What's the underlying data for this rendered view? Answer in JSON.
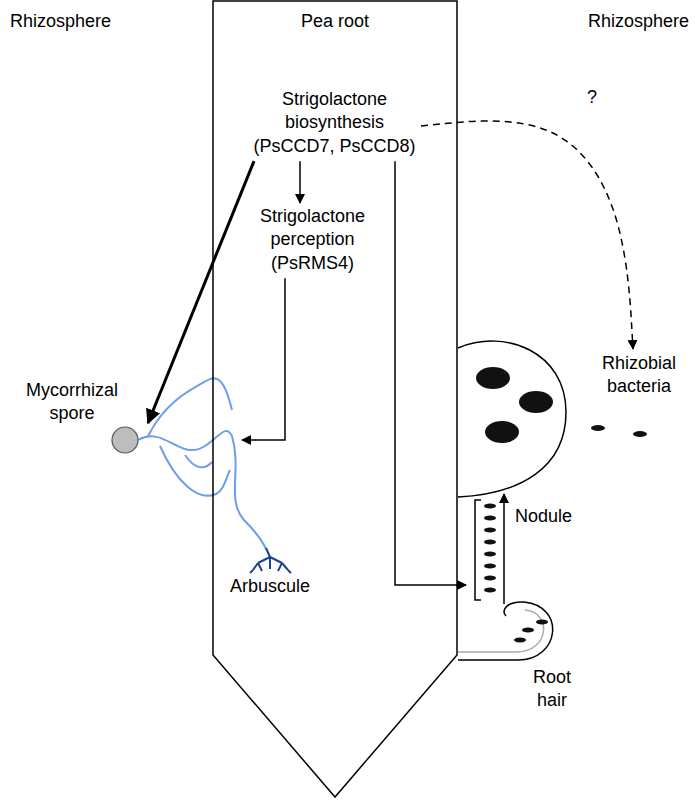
{
  "diagram": {
    "nodes": [
      {
        "text": [
          "Pea root"
        ]
      },
      {
        "text": [
          "Strigolactone biosynthesis (PsCCD7, PsCCD8)"
        ],
        "in": 0
      },
      {
        "text": [
          "Strigolactone perception (PsRMS4)"
        ],
        "in": 0
      },
      {
        "text": [
          "Mycorrhizal spore"
        ]
      },
      {
        "text": [
          "Arbuscule"
        ],
        "in": 0
      },
      {
        "text": [
          "Nodule"
        ]
      },
      {
        "text": [
          "Rhizobial bacteria"
        ]
      }
    ],
    "edges": [
      {
        "from": 1,
        "to": 2,
        "arrow": "to"
      },
      {
        "from": 1,
        "to": 3,
        "arrow": "to"
      },
      {
        "from": 2,
        "to": 3,
        "arrow": "to"
      },
      {
        "from": 1,
        "to": 5,
        "arrow": "to"
      },
      {
        "from": 1,
        "to": 6,
        "arrow": "to",
        "label": "?"
      }
    ],
    "labels": [
      "Rhizosphere",
      "Rhizosphere",
      "Root hair"
    ]
  }
}
